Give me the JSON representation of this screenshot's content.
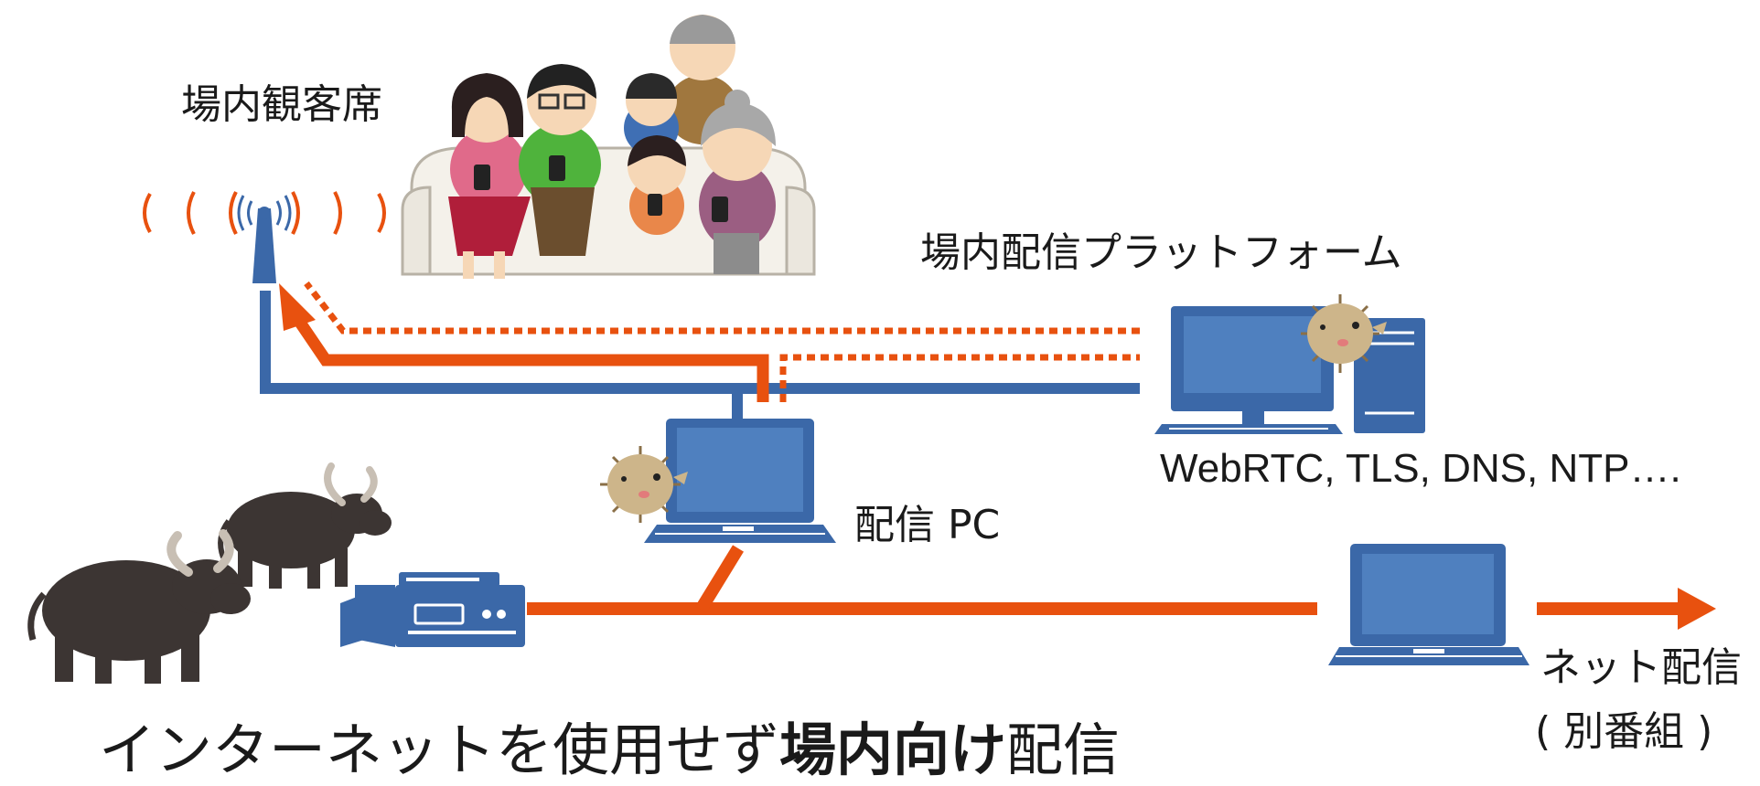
{
  "labels": {
    "audience": "場内観客席",
    "platform": "場内配信プラットフォーム",
    "protocols": "WebRTC, TLS, DNS, NTP….",
    "pc": "配信 PC",
    "net_line1": "ネット配信",
    "net_line2": "( 別番組 )"
  },
  "caption": {
    "part1": "インターネットを使用せず",
    "emphasis": "場内向け",
    "part2": "配信"
  },
  "colors": {
    "blue": "#3b68a8",
    "orange": "#e8510f",
    "screen": "#4f80bf",
    "bull": "#3c3533",
    "fish": "#cdb58a"
  },
  "icons": [
    "wifi-antenna-icon",
    "audience-icon",
    "desktop-computer-icon",
    "laptop-icon",
    "video-camera-icon",
    "bull-icon",
    "pufferfish-icon",
    "arrow-right-icon"
  ]
}
